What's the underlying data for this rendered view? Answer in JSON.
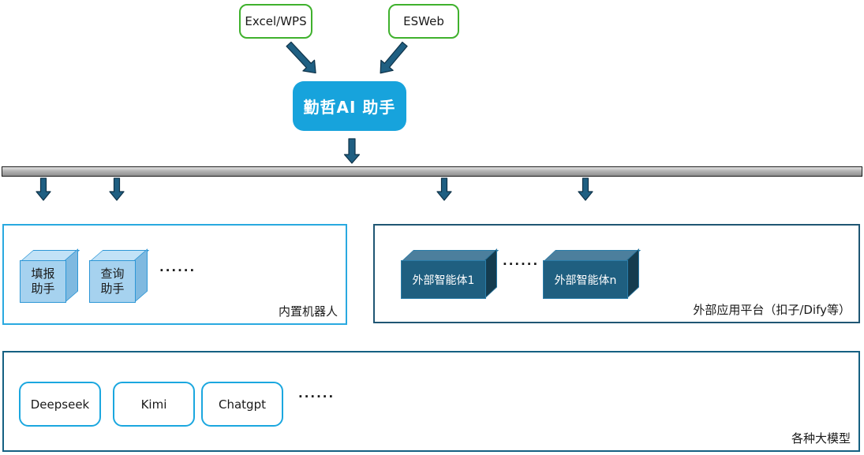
{
  "colors": {
    "source_border_green": "#3FB12D",
    "accent_blue": "#17A3DC",
    "arrow_dark_teal": "#1F5F82",
    "left_panel_border": "#29A9E0",
    "right_panel_border": "#1F5673",
    "bottom_panel_border": "#156082",
    "cube_front_blue": "#A6D2EF",
    "agent_box_front": "#1F5F80",
    "bus_bar_gray": "#A6A6A6"
  },
  "sources": {
    "excel": "Excel/WPS",
    "esweb": "ESWeb"
  },
  "hub": {
    "label": "勤哲AI 助手"
  },
  "left_panel": {
    "label": "内置机器人",
    "cubes": [
      {
        "line1": "填报",
        "line2": "助手"
      },
      {
        "line1": "查询",
        "line2": "助手"
      }
    ],
    "ellipsis": "......"
  },
  "right_panel": {
    "label": "外部应用平台（扣子/Dify等）",
    "boxes": [
      {
        "label": "外部智能体1"
      },
      {
        "label": "外部智能体n"
      }
    ],
    "ellipsis": "......"
  },
  "bottom_panel": {
    "label": "各种大模型",
    "models": [
      {
        "label": "Deepseek"
      },
      {
        "label": "Kimi"
      },
      {
        "label": "Chatgpt"
      }
    ],
    "ellipsis": "......"
  }
}
